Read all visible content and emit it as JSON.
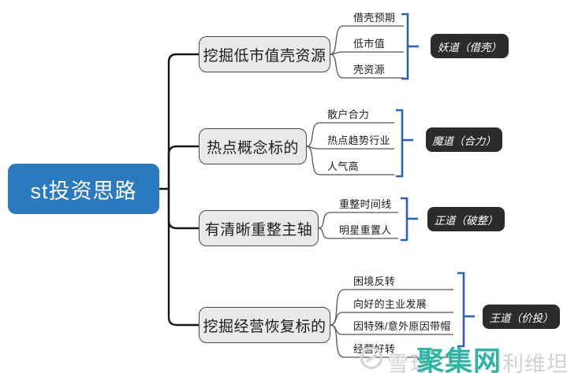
{
  "root": {
    "label": "st投资思路"
  },
  "branches": [
    {
      "label": "挖掘低市值壳资源",
      "children": [
        "借壳预期",
        "低市值",
        "壳资源"
      ],
      "tag": "妖道（借壳）"
    },
    {
      "label": "热点概念标的",
      "children": [
        "散户合力",
        "热点趋势行业",
        "人气高"
      ],
      "tag": "魔道（合力）"
    },
    {
      "label": "有清晰重整主轴",
      "children": [
        "重整时间线",
        "明星重置人"
      ],
      "tag": "正道（破整）"
    },
    {
      "label": "挖掘经营恢复标的",
      "children": [
        "困境反转",
        "向好的主业发展",
        "因特殊/意外原因带帽",
        "经营好转"
      ],
      "tag": "王道（价投）"
    }
  ],
  "watermark": {
    "brand": "雪球",
    "site": "聚集网",
    "author": "利维坦"
  },
  "colors": {
    "root_fill": "#2b7ac0",
    "branch_fill": "#e9e9e9",
    "branch_border": "#4a4a4a",
    "trunk_line": "#161616",
    "leaf_line": "#555555",
    "bracket_blue": "#2a63b0",
    "tag_fill": "#2b2b2b",
    "watermark_teal": "#2db5a4",
    "watermark_gray": "#d2d2d2"
  }
}
